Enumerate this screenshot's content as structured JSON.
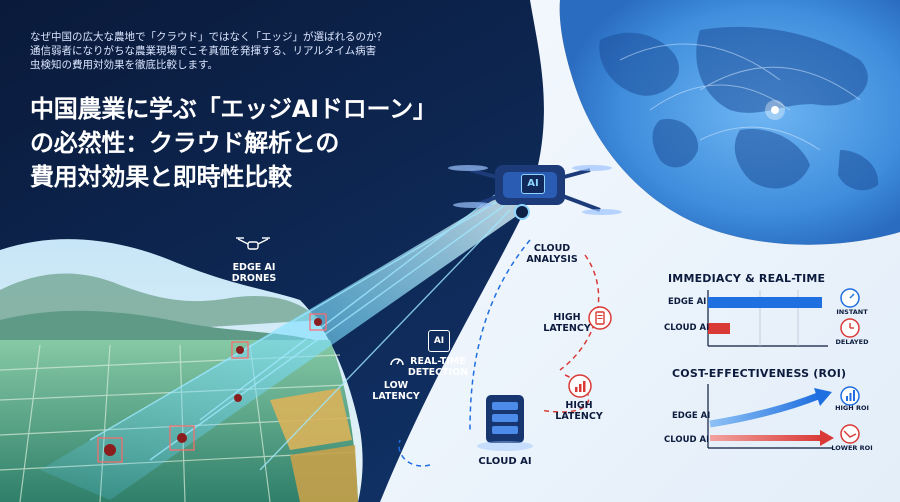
{
  "header": {
    "lede": "なぜ中国の広大な農地で「クラウド」ではなく「エッジ」が選ばれるのか？\n通信弱者になりがちな農業現場でこそ真価を発揮する、リアルタイム病害\n虫検知の費用対効果を徹底比較します。",
    "title": "中国農業に学ぶ「エッジAIドローン」\nの必然性：クラウド解析との\n費用対効果と即時性比較"
  },
  "drone": {
    "chip_label": "AI"
  },
  "labels": {
    "edge_ai_drones": "EDGE AI\nDRONES",
    "cloud_analysis": "CLOUD\nANALYSIS",
    "high_latency_top": "HIGH\nLATENCY",
    "high_latency_bottom": "HIGH\nLATENCY",
    "low_latency": "LOW\nLATENCY",
    "realtime_detection": "REAL-TIME\nDETECTION",
    "ai_chip": "AI",
    "cloud_ai": "CLOUD AI"
  },
  "immediacy_panel": {
    "title": "IMMEDIACY & REAL-TIME",
    "rows": [
      {
        "label": "EDGE AI",
        "value": 0.95,
        "tag": "INSTANT",
        "color": "#1f6fe0"
      },
      {
        "label": "CLOUD AI",
        "value": 0.18,
        "tag": "DELAYED",
        "color": "#d93a36"
      }
    ]
  },
  "roi_panel": {
    "title": "COST-EFFECTIVENESS (ROI)",
    "rows": [
      {
        "label": "EDGE AI",
        "tag": "HIGH ROI",
        "color": "#1f6fe0"
      },
      {
        "label": "CLOUD AI",
        "tag": "LOWER ROI",
        "color": "#d93a36"
      }
    ]
  },
  "colors": {
    "navy": "#0b1b3a",
    "edge_blue": "#1f6fe0",
    "cloud_red": "#d93a36",
    "light_bg": "#eef5fc"
  }
}
